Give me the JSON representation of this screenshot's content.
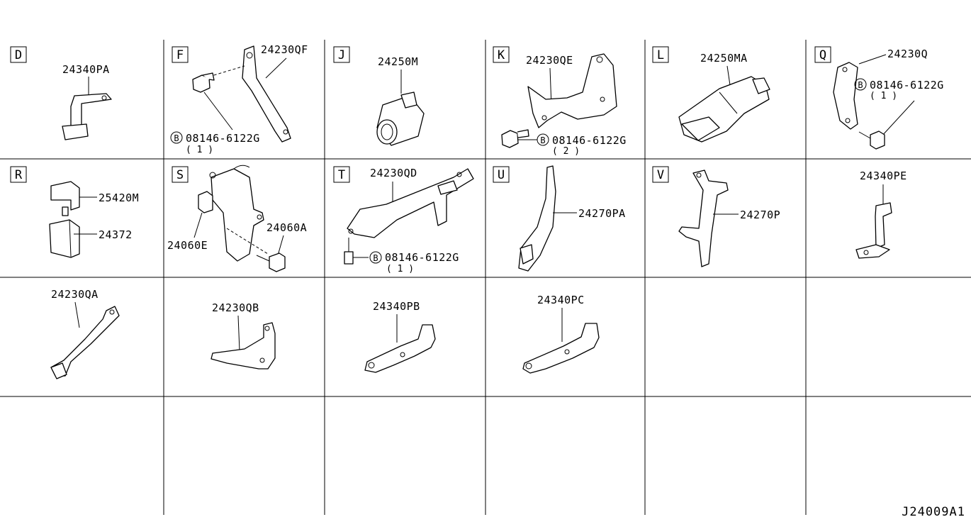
{
  "diagram_code": "J24009A1",
  "cells": [
    {
      "letter": "D",
      "parts": [
        "24340PA"
      ]
    },
    {
      "letter": "F",
      "parts": [
        "24230QF",
        "08146-6122G"
      ],
      "qty": "( 1 )"
    },
    {
      "letter": "J",
      "parts": [
        "24250M"
      ]
    },
    {
      "letter": "K",
      "parts": [
        "24230QE",
        "08146-6122G"
      ],
      "qty": "( 2 )"
    },
    {
      "letter": "L",
      "parts": [
        "24250MA"
      ]
    },
    {
      "letter": "Q",
      "parts": [
        "24230Q",
        "08146-6122G"
      ],
      "qty": "( 1 )"
    },
    {
      "letter": "R",
      "parts": [
        "25420M",
        "24372"
      ]
    },
    {
      "letter": "S",
      "parts": [
        "24060E",
        "24060A"
      ]
    },
    {
      "letter": "T",
      "parts": [
        "24230QD",
        "08146-6122G"
      ],
      "qty": "( 1 )"
    },
    {
      "letter": "U",
      "parts": [
        "24270PA"
      ]
    },
    {
      "letter": "V",
      "parts": [
        "24270P"
      ]
    },
    {
      "letter": "",
      "parts": [
        "24340PE"
      ]
    },
    {
      "letter": "",
      "parts": [
        "24230QA"
      ]
    },
    {
      "letter": "",
      "parts": [
        "24230QB"
      ]
    },
    {
      "letter": "",
      "parts": [
        "24340PB"
      ]
    },
    {
      "letter": "",
      "parts": [
        "24340PC"
      ]
    }
  ],
  "bolt_marker": "B"
}
